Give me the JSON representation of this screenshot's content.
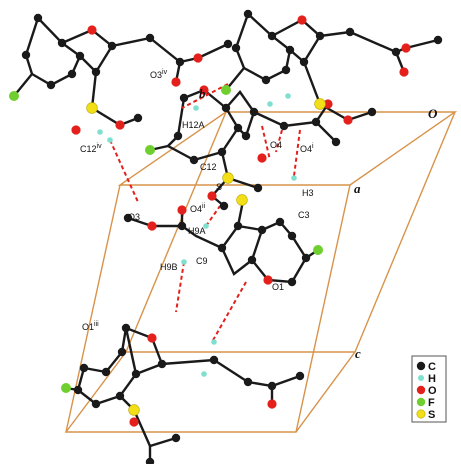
{
  "axes": {
    "a": "a",
    "b": "b",
    "c": "c",
    "origin": "O"
  },
  "labels": {
    "O3iv": "O3",
    "O3iv_sup": "iv",
    "H12A": "H12A",
    "O4": "O4",
    "O4i": "O4",
    "O4i_sup": "i",
    "C12iv": "C12",
    "C12iv_sup": "iv",
    "C12": "C12",
    "S": "S",
    "H3": "H3",
    "C3": "C3",
    "O3": "O3",
    "O4ii": "O4",
    "O4ii_sup": "ii",
    "H9A": "H9A",
    "C9": "C9",
    "H9B": "H9B",
    "O1": "O1",
    "O1iii": "O1",
    "O1iii_sup": "iii"
  },
  "legend": {
    "C": "C",
    "H": "H",
    "O": "O",
    "F": "F",
    "S": "S"
  },
  "colors": {
    "cell": "#d8934a",
    "carbon": "#1a1a1a",
    "hydrogen": "#7fe0cf",
    "oxygen": "#e3201b",
    "fluorine": "#6fcf2f",
    "sulfur": "#f2df17",
    "hbond": "#e3201b"
  }
}
